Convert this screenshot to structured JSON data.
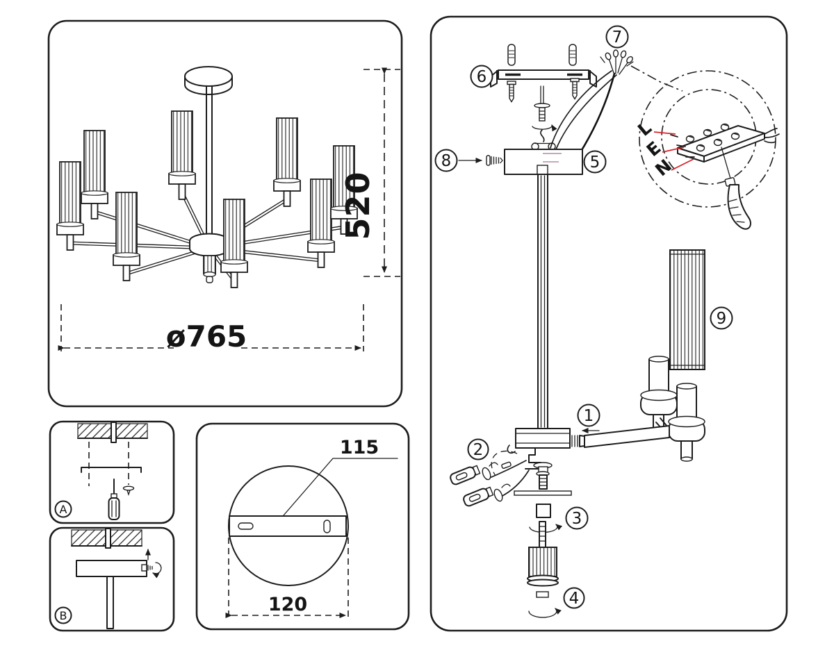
{
  "document": {
    "kind": "lighting-fixture-assembly-instruction-sheet",
    "colors": {
      "line": "#1c1c1c",
      "leader_red": "#d5232b",
      "background": "#ffffff"
    }
  },
  "overview_panel": {
    "height_mm": "520",
    "diameter_mm": "ø765"
  },
  "canopy_panel": {
    "bracket_length_mm": "115",
    "canopy_diameter_mm": "120"
  },
  "wiring_detail": {
    "terminals": [
      "L",
      "E",
      "N"
    ]
  },
  "step_callouts": [
    "1",
    "2",
    "3",
    "4",
    "5",
    "6",
    "7",
    "8",
    "9"
  ],
  "sub_panels": {
    "a": "A",
    "b": "B"
  }
}
